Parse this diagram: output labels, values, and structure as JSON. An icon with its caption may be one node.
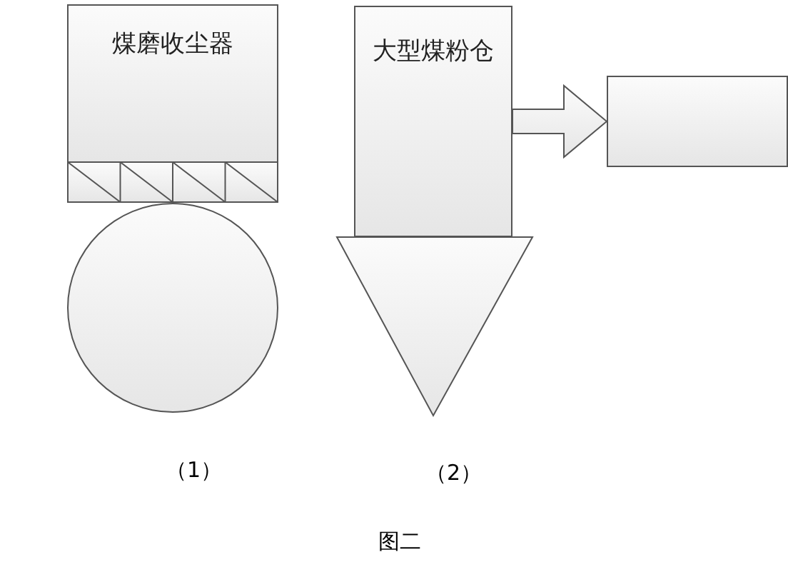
{
  "diagram": {
    "caption": "图二",
    "nodes": [
      {
        "text": [
          "煤磨收尘器"
        ]
      },
      {
        "text": [],
        "shape": "circle"
      },
      {
        "text": [
          "大型煤粉仓"
        ]
      },
      {
        "text": [],
        "shape": "box"
      }
    ],
    "edges": [
      {
        "from": 2,
        "to": 3,
        "arrow": "to"
      }
    ],
    "labels": [
      "（1）",
      "（2）"
    ]
  }
}
